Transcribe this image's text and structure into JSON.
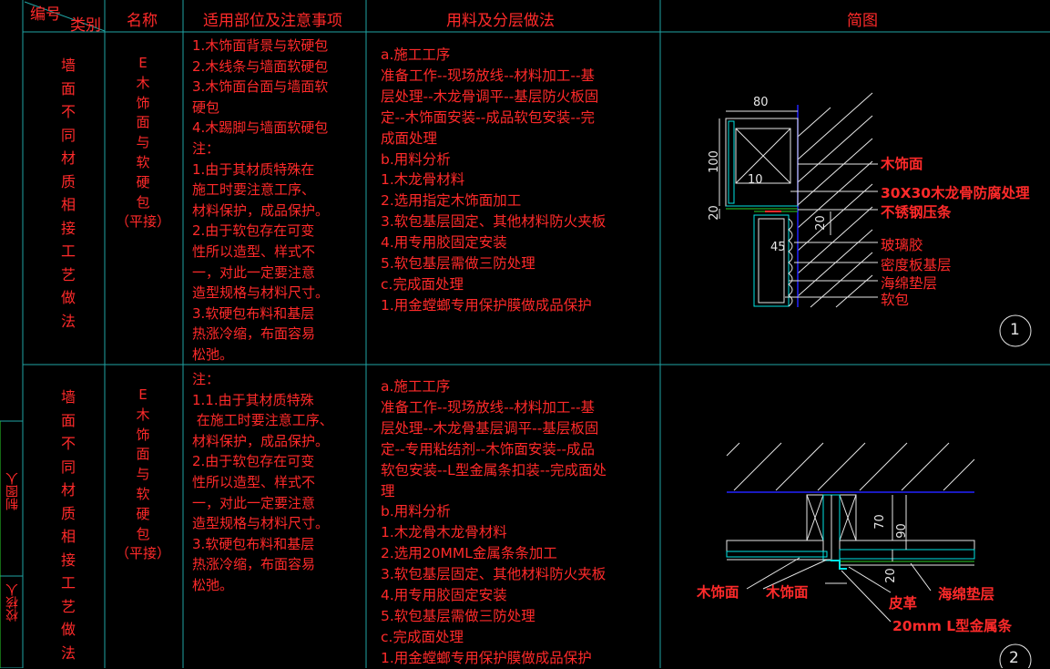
{
  "header": {
    "number": "编号",
    "category": "类别",
    "name": "名称",
    "scope": "适用部位及注意事项",
    "method": "用料及分层做法",
    "diagram": "简图"
  },
  "side_labels": {
    "drafter": "制图人",
    "checker": "校核人"
  },
  "rows": [
    {
      "category": "墙\n面\n不\n同\n材\n质\n相\n接\n工\n艺\n做\n法",
      "name": "E\n木\n饰\n面\n与\n软\n硬\n包\n（平接）",
      "notes": "1.木饰面背景与软硬包\n2.木线条与墙面软硬包\n3.木饰面台面与墙面软\n硬包\n4.木踢脚与墙面软硬包\n注：\n1.由于其材质特殊在\n施工时要注意工序、\n材料保护，成品保护。\n2.由于软包存在可变\n性所以造型、样式不\n一，对此一定要注意\n造型规格与材料尺寸。\n3.软硬包布料和基层\n热涨冷缩，布面容易\n松弛。",
      "method": "a.施工工序\n准备工作--现场放线--材料加工--基\n层处理--木龙骨调平--基层防火板固\n定--木饰面安装--成品软包安装--完\n成面处理\nb.用料分析\n1.木龙骨材料\n2.选用指定木饰面加工\n3.软包基层固定、其他材料防火夹板\n4.用专用胶固定安装\n5.软包基层需做三防处理\nc.完成面处理\n1.用金螳螂专用保护膜做成品保护",
      "diagram_number": "1",
      "dims": {
        "d80": "80",
        "d100": "100",
        "d10": "10",
        "d20a": "20",
        "d20b": "20",
        "d45": "45"
      },
      "labels": {
        "wood_face": "木饰面",
        "keel": "30X30木龙骨防腐处理",
        "steel": "不锈钢压条",
        "glass_glue": "玻璃胶",
        "density_board": "密度板基层",
        "sponge": "海绵垫层",
        "soft_pack": "软包"
      }
    },
    {
      "category": "墙\n面\n不\n同\n材\n质\n相\n接\n工\n艺\n做\n法",
      "name": "E\n木\n饰\n面\n与\n软\n硬\n包\n（平接）",
      "notes": "注：\n1.1.由于其材质特殊\n 在施工时要注意工序、\n材料保护，成品保护。\n2.由于软包存在可变\n性所以造型、样式不\n一，对此一定要注意\n造型规格与材料尺寸。\n3.软硬包布料和基层\n热涨冷缩，布面容易\n松弛。",
      "method": "a.施工工序\n准备工作--现场放线--材料加工--基\n层处理--木龙骨基层调平--基层板固\n定--专用粘结剂--木饰面安装--成品\n软包安装--L型金属条扣装--完成面处\n理\nb.用料分析\n1.木龙骨木龙骨材料\n2.选用20MML金属条条加工\n3.软包基层固定、其他材料防火夹板\n4.用专用胶固定安装\n5.软包基层需做三防处理\nc.完成面处理\n1.用金螳螂专用保护膜做成品保护",
      "diagram_number": "2",
      "dims": {
        "d70": "70",
        "d90": "90",
        "d20": "20"
      },
      "labels": {
        "wood_face_1": "木饰面",
        "wood_face_2": "木饰面",
        "leather": "皮革",
        "sponge": "海绵垫层",
        "l_strip": "20mm L型金属条"
      }
    }
  ],
  "colors": {
    "grid": "#1fa3a3",
    "text": "#ff2a2a",
    "cad_white": "#e6e6e6",
    "cad_blue": "#2222ff",
    "cad_cyan": "#00e5e5",
    "cad_green": "#2ad02a"
  }
}
